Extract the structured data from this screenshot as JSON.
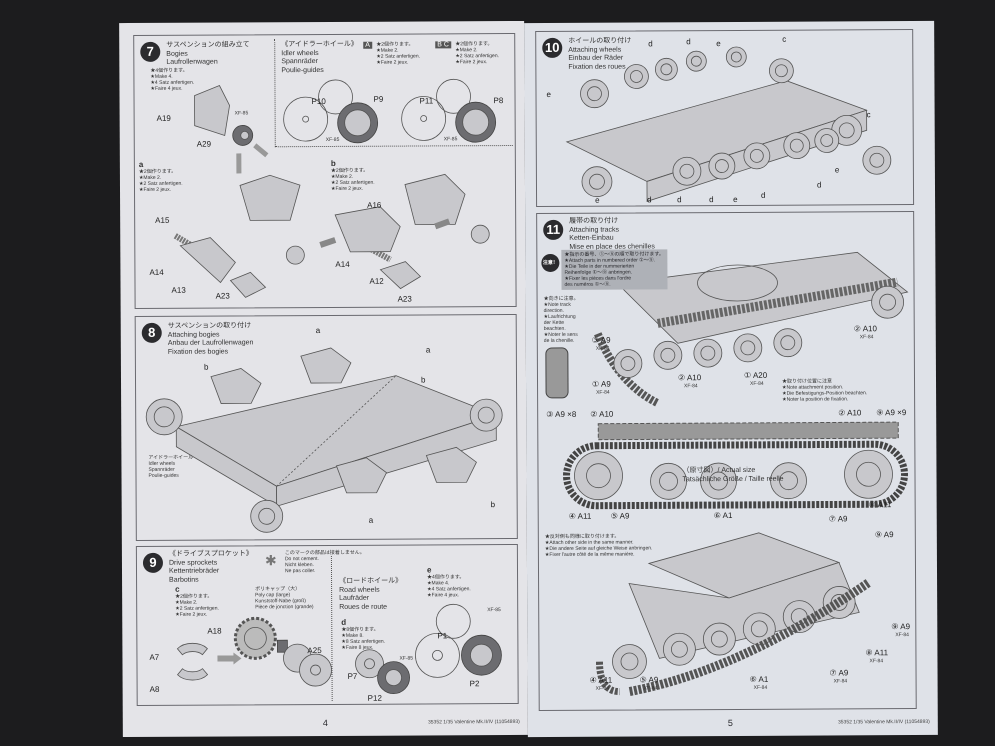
{
  "left_page": {
    "page_number": "4",
    "code": "35352 1/35 Valentine Mk.II/IV (11054893)",
    "step7": {
      "number": "7",
      "jp": "サスペンションの組み立て",
      "en": "Bogies",
      "de": "Laufrollenwagen",
      "note_main": [
        "★4個作ります。",
        "★Make 4.",
        "★4 Satz anfertigen.",
        "★Faire 4 jeux."
      ],
      "idler": {
        "jp": "《アイドラーホイール》",
        "en": "Idler wheels",
        "de": "Spannräder",
        "fr": "Poulie-guides",
        "tag_a": "A",
        "tag_bc": "B C",
        "note": [
          "★2個作ります。",
          "★Make 2.",
          "★2 Satz anfertigen.",
          "★Faire 2 jeux."
        ]
      },
      "sub_a": {
        "tag": "a",
        "note": [
          "★2個作ります。",
          "★Make 2.",
          "★2 Satz anfertigen.",
          "★Faire 2 jeux."
        ]
      },
      "sub_b": {
        "tag": "b",
        "note": [
          "★2個作ります。",
          "★Make 2.",
          "★2 Satz anfertigen.",
          "★Faire 2 jeux."
        ]
      },
      "parts": [
        "A19",
        "A29",
        "XF-85",
        "P10",
        "P9",
        "XF-85",
        "P11",
        "P8",
        "XF-85",
        "A15",
        "A14",
        "A13",
        "A23",
        "A16",
        "A14",
        "A12",
        "A23"
      ]
    },
    "step8": {
      "number": "8",
      "jp": "サスペンションの取り付け",
      "en": "Attaching bogies",
      "de": "Anbau der Laufrollenwagen",
      "fr": "Fixation des bogies",
      "idler_note": [
        "アイドラーホイール",
        "Idler wheels",
        "Spannräder",
        "Poulie-guides"
      ],
      "tags": [
        "a",
        "b",
        "a",
        "b",
        "b",
        "a"
      ]
    },
    "step9": {
      "number": "9",
      "jp": "《ドライブスプロケット》",
      "en": "Drive sprockets",
      "de": "Kettentriebräder",
      "fr": "Barbotins",
      "nocement": [
        "このマークの部品は接着しません。",
        "Do not cement.",
        "Nicht kleben.",
        "Ne pas coller."
      ],
      "sub_c": {
        "tag": "c",
        "note": [
          "★2個作ります。",
          "★Make 2.",
          "★2 Satz anfertigen.",
          "★Faire 2 jeux."
        ]
      },
      "polycap": [
        "ポリキャップ（大）",
        "Poly cap (large)",
        "Kunststoff-Nabe (groß)",
        "Pièce de jonction (grande)"
      ],
      "road": {
        "jp": "《ロードホイール》",
        "en": "Road wheels",
        "de": "Laufräder",
        "fr": "Roues de route"
      },
      "sub_d": {
        "tag": "d",
        "note": [
          "★8個作ります。",
          "★Make 8.",
          "★8 Satz anfertigen.",
          "★Faire 8 jeux."
        ]
      },
      "sub_e": {
        "tag": "e",
        "note": [
          "★4個作ります。",
          "★Make 4.",
          "★4 Satz anfertigen.",
          "★Faire 4 jeux."
        ]
      },
      "parts": [
        "A18",
        "A7",
        "A8",
        "A25",
        "P7",
        "P12",
        "XF-85",
        "P1",
        "P2",
        "XF-85"
      ]
    }
  },
  "right_page": {
    "page_number": "5",
    "code": "35352 1/35 Valentine Mk.II/IV (11054893)",
    "step10": {
      "number": "10",
      "jp": "ホイールの取り付け",
      "en": "Attaching wheels",
      "de": "Einbau der Räder",
      "fr": "Fixation des roues",
      "tags": [
        "d",
        "d",
        "e",
        "c",
        "e",
        "c",
        "e",
        "d",
        "d",
        "e",
        "d",
        "d",
        "d",
        "e"
      ]
    },
    "step11": {
      "number": "11",
      "jp": "履帯の取り付け",
      "en": "Attaching tracks",
      "de": "Ketten-Einbau",
      "fr": "Mise en place des chenilles",
      "caution_badge": "注意！",
      "caution": [
        "★指示の番号、①〜⑨の順で取り付けます。",
        "★Attach parts in numbered order ①〜⑨.",
        "★Die Teile in der nummerierten",
        "Reihenfolge ①〜⑨ anbringen.",
        "★Fixer les pièces dans l'ordre",
        "des numéros ①〜⑨."
      ],
      "direction": [
        "★向きに注意。",
        "★Note track",
        "direction.",
        "★Laufrichtung",
        "der Kette",
        "beachten.",
        "★Noter le sens",
        "de la chenille."
      ],
      "attach_pos": [
        "★取り付け位置に注意",
        "★Note attachment position.",
        "★Die Befestigungs-Position beachten.",
        "★Noter la position de fixation."
      ],
      "actual_size": [
        "（原寸図）/ Actual size",
        "Tatsächliche Größe / Taille réelle"
      ],
      "other_side": [
        "★反対側も同様に取り付けます。",
        "★Attach other side in the same manner.",
        "★Die andere Seite auf gleiche Weise anbringen.",
        "★Fixer l'autre côté de la même manière."
      ],
      "labels": [
        "③ A9",
        "① A9",
        "② A10",
        "① A20",
        "② A10",
        "③ A9 ×8",
        "② A10",
        "② A10",
        "⑨ A9 ×9",
        "④ A11",
        "⑤ A9",
        "⑥ A1",
        "⑦ A9",
        "⑧ A11",
        "⑨ A9",
        "⑨ A9",
        "⑦ A9",
        "⑧ A11",
        "④ A11",
        "⑤ A9",
        "⑥ A1"
      ],
      "paint": "XF-84"
    }
  }
}
